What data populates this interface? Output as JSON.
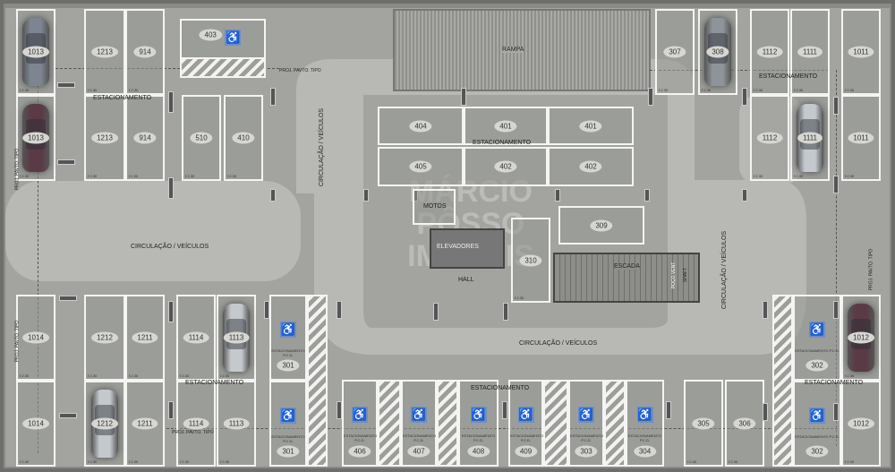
{
  "spaces": [
    {
      "label": "1013"
    },
    {
      "label": "1013"
    },
    {
      "label": "1213"
    },
    {
      "label": "914"
    },
    {
      "label": "1213"
    },
    {
      "label": "914"
    },
    {
      "label": "510"
    },
    {
      "label": "410"
    },
    {
      "label": "404"
    },
    {
      "label": "401"
    },
    {
      "label": "401"
    },
    {
      "label": "405"
    },
    {
      "label": "402"
    },
    {
      "label": "402"
    },
    {
      "label": "309"
    },
    {
      "label": "310"
    },
    {
      "label": "307"
    },
    {
      "label": "308"
    },
    {
      "label": "1112"
    },
    {
      "label": "1111"
    },
    {
      "label": "1011"
    },
    {
      "label": "1112"
    },
    {
      "label": "1111"
    },
    {
      "label": "1011"
    },
    {
      "label": "1014"
    },
    {
      "label": "1014"
    },
    {
      "label": "1212"
    },
    {
      "label": "1211"
    },
    {
      "label": "1212"
    },
    {
      "label": "1211"
    },
    {
      "label": "1114"
    },
    {
      "label": "1113"
    },
    {
      "label": "1114"
    },
    {
      "label": "1113"
    },
    {
      "label": "305"
    },
    {
      "label": "306"
    },
    {
      "label": "1012"
    },
    {
      "label": "1012"
    }
  ],
  "accessible_spaces": [
    {
      "label": "403",
      "caption": "ESTACIONAMENTO P.C.D."
    },
    {
      "label": "301",
      "caption": "ESTACIONAMENTO P.C.D."
    },
    {
      "label": "301",
      "caption": "ESTACIONAMENTO P.C.D."
    },
    {
      "label": "406",
      "caption": "ESTACIONAMENTO P.C.D."
    },
    {
      "label": "407",
      "caption": "ESTACIONAMENTO P.C.D."
    },
    {
      "label": "408",
      "caption": "ESTACIONAMENTO P.C.D."
    },
    {
      "label": "409",
      "caption": "ESTACIONAMENTO P.C.D."
    },
    {
      "label": "303",
      "caption": "ESTACIONAMENTO P.C.D."
    },
    {
      "label": "304",
      "caption": "ESTACIONAMENTO P.C.D."
    },
    {
      "label": "302",
      "caption": "ESTACIONAMENTO P.C.D."
    },
    {
      "label": "302",
      "caption": "ESTACIONAMENTO P.C.D."
    }
  ],
  "dimension_text": "ℓ 2.30",
  "labels": {
    "parking": "ESTACIONAMENTO",
    "circulation": "CIRCULAÇÃO / VEÍCULOS",
    "proj": "PROJ. PAVTO. TIPO",
    "ramp": "RAMPA",
    "motos": "MOTOS",
    "elevators": "ELEVADORES",
    "hall": "HALL",
    "stairs": "ESCADA",
    "shaft": "SHAFT",
    "vent": "POÇO VENT."
  },
  "watermark": {
    "line1": "MÁRCIO",
    "line2": "PÔSSO",
    "line3": "IMÓVEIS"
  },
  "colors": {
    "floor": "#a3a4a0",
    "circulation": "#b8b9b4",
    "accessible": "#6d8fc4",
    "lines": "#f4f4f2"
  }
}
